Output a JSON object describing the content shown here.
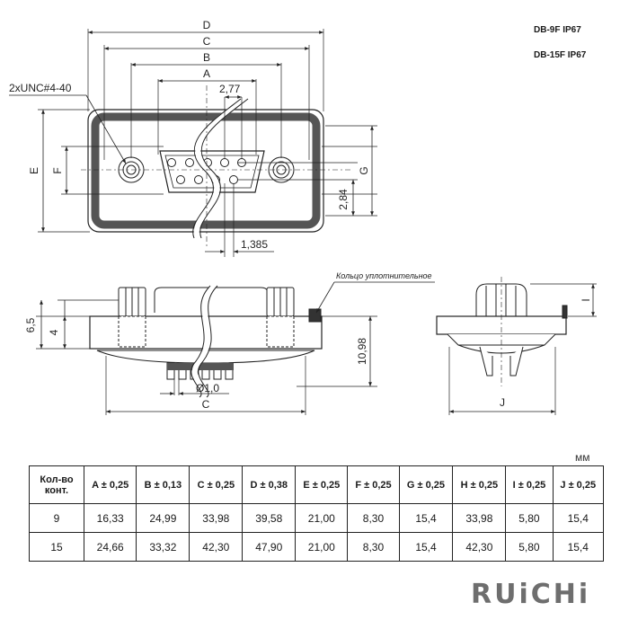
{
  "models": [
    "DB-9F IP67",
    "DB-15F IP67"
  ],
  "top_view": {
    "dims": {
      "D": "D",
      "C": "C",
      "B": "B",
      "A": "A",
      "E": "E",
      "F": "F",
      "G": "G"
    },
    "thread": "2xUNC#4-40",
    "pitch": "2,77",
    "row_offset": "2,84",
    "pin_offset": "1,385"
  },
  "front_view": {
    "seal_label": "Кольцо уплотнительное",
    "dim_6_5": "6,5",
    "dim_4": "4",
    "height": "10,98",
    "pin_diameter": "Ø1,0",
    "width": "C"
  },
  "side_view": {
    "I": "I",
    "J": "J"
  },
  "unit": "мм",
  "table": {
    "headers": [
      "Кол-во конт.",
      "A ± 0,25",
      "B ± 0,13",
      "C ± 0,25",
      "D ± 0,38",
      "E ± 0,25",
      "F ± 0,25",
      "G ± 0,25",
      "H ± 0,25",
      "I ± 0,25",
      "J ± 0,25"
    ],
    "rows": [
      [
        "9",
        "16,33",
        "24,99",
        "33,98",
        "39,58",
        "21,00",
        "8,30",
        "15,4",
        "33,98",
        "5,80",
        "15,4"
      ],
      [
        "15",
        "24,66",
        "33,32",
        "42,30",
        "47,90",
        "21,00",
        "8,30",
        "15,4",
        "42,30",
        "5,80",
        "15,4"
      ]
    ]
  },
  "brand": "RUiCHi"
}
